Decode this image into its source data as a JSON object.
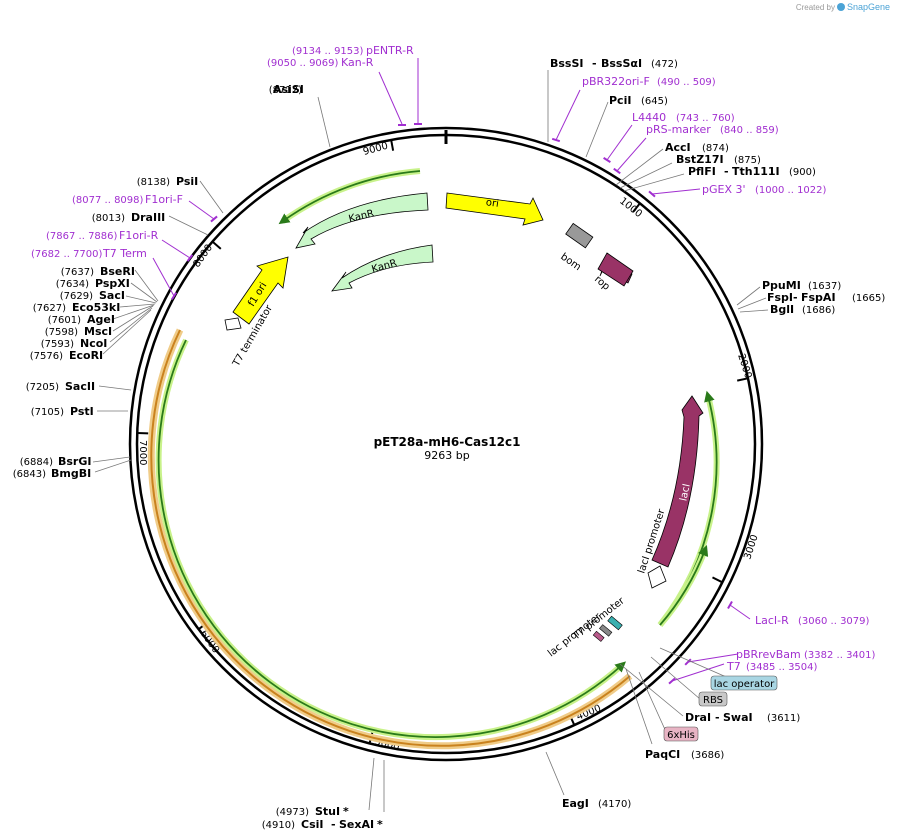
{
  "brand": {
    "created_by": "Created by",
    "name": "SnapGene"
  },
  "plasmid": {
    "name": "pET28a-mH6-Cas12c1",
    "length_text": "9263 bp",
    "length": 9263
  },
  "ticks": [
    {
      "pos": 1000,
      "label": "1000"
    },
    {
      "pos": 2000,
      "label": "2000"
    },
    {
      "pos": 3000,
      "label": "3000"
    },
    {
      "pos": 4000,
      "label": "4000"
    },
    {
      "pos": 5000,
      "label": "5000"
    },
    {
      "pos": 6000,
      "label": "6000"
    },
    {
      "pos": 7000,
      "label": "7000"
    },
    {
      "pos": 8000,
      "label": "8000"
    },
    {
      "pos": 9000,
      "label": "9000"
    }
  ],
  "sites": [
    {
      "name": "AsiSI",
      "pos": "(8712)"
    },
    {
      "name": "BssSI",
      "name2": "BssSαI",
      "pos": "(472)"
    },
    {
      "name": "PciI",
      "pos": "(645)"
    },
    {
      "name": "AccI",
      "pos": "(874)"
    },
    {
      "name": "BstZ17I",
      "pos": "(875)"
    },
    {
      "name": "PflFI",
      "name2": "Tth111I",
      "pos": "(900)"
    },
    {
      "name": "PpuMI",
      "pos": "(1637)"
    },
    {
      "name": "FspI",
      "name2": "FspAI",
      "pos": "(1665)"
    },
    {
      "name": "BglI",
      "pos": "(1686)"
    },
    {
      "name": "DraI",
      "name2": "SwaI",
      "pos": "(3611)"
    },
    {
      "name": "PaqCI",
      "pos": "(3686)"
    },
    {
      "name": "EagI",
      "pos": "(4170)"
    },
    {
      "name": "StuI",
      "mark": "*",
      "pos": "(4973)"
    },
    {
      "name": "CsiI",
      "name2": "SexAI",
      "mark": "*",
      "pos": "(4910)"
    },
    {
      "name": "BmgBI",
      "pos": "(6843)"
    },
    {
      "name": "BsrGI",
      "pos": "(6884)"
    },
    {
      "name": "PstI",
      "pos": "(7105)"
    },
    {
      "name": "SacII",
      "pos": "(7205)"
    },
    {
      "name": "EcoRI",
      "pos": "(7576)"
    },
    {
      "name": "NcoI",
      "pos": "(7593)"
    },
    {
      "name": "MscI",
      "pos": "(7598)"
    },
    {
      "name": "AgeI",
      "pos": "(7601)"
    },
    {
      "name": "Eco53kI",
      "pos": "(7627)"
    },
    {
      "name": "SacI",
      "pos": "(7629)"
    },
    {
      "name": "PspXI",
      "pos": "(7634)"
    },
    {
      "name": "BseRI",
      "pos": "(7637)"
    },
    {
      "name": "DraIII",
      "pos": "(8013)"
    },
    {
      "name": "PsiI",
      "pos": "(8138)"
    }
  ],
  "primers": [
    {
      "name": "pENTR-R",
      "pos": "(9134 .. 9153)"
    },
    {
      "name": "Kan-R",
      "pos": "(9050 .. 9069)"
    },
    {
      "name": "pBR322ori-F",
      "pos": "(490 .. 509)"
    },
    {
      "name": "L4440",
      "pos": "(743 .. 760)"
    },
    {
      "name": "pRS-marker",
      "pos": "(840 .. 859)"
    },
    {
      "name": "pGEX 3'",
      "pos": "(1000 .. 1022)"
    },
    {
      "name": "LacI-R",
      "pos": "(3060 .. 3079)"
    },
    {
      "name": "pBRrevBam",
      "pos": "(3382 .. 3401)"
    },
    {
      "name": "T7",
      "pos": "(3485 .. 3504)"
    },
    {
      "name": "F1ori-F",
      "pos": "(8077 .. 8098)"
    },
    {
      "name": "F1ori-R",
      "pos": "(7867 .. 7886)"
    },
    {
      "name": "T7 Term",
      "pos": "(7682 .. 7700)"
    }
  ],
  "features": [
    {
      "name": "ori"
    },
    {
      "name": "bom"
    },
    {
      "name": "rop"
    },
    {
      "name": "KanR"
    },
    {
      "name": "KanR"
    },
    {
      "name": "f1 ori"
    },
    {
      "name": "T7 terminator"
    },
    {
      "name": "lacI"
    },
    {
      "name": "lacI promoter"
    },
    {
      "name": "T7 promoter"
    },
    {
      "name": "lac promoter"
    }
  ],
  "badges": [
    {
      "name": "lac operator",
      "color": "#a9d6e3"
    },
    {
      "name": "RBS",
      "color": "#c8c8c8"
    },
    {
      "name": "6xHis",
      "color": "#e8b4c4"
    }
  ],
  "colors": {
    "backbone": "#000000",
    "primer": "#a12fd0",
    "ori": "#ffff00",
    "kanr": "#c9f7c9",
    "laci": "#993366",
    "f1ori": "#ffff00",
    "bom": "#999999",
    "orf_green": "#2a7a1a",
    "orf_highlight": "#c8f28a",
    "cas_orange": "#c9821e"
  }
}
